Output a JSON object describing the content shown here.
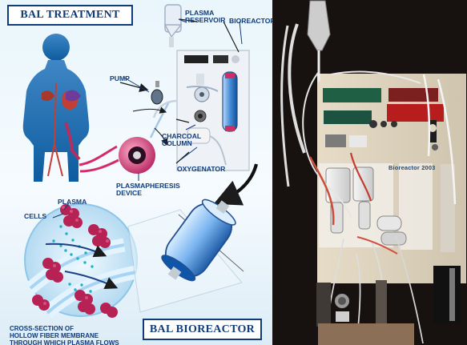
{
  "left_panel": {
    "title": "BAL TREATMENT",
    "labels": {
      "plasma_reservoir": "PLASMA\nRESERVOIR",
      "bioreactor": "BIOREACTOR",
      "pump": "PUMP",
      "charcoal_column": "CHARCOAL\nCOLUMN",
      "oxygenator": "OXYGENATOR",
      "plasmapheresis_device": "PLASMAPHERESIS\nDEVICE",
      "plasma": "PLASMA",
      "cells": "CELLS"
    },
    "footer_caption": "CROSS-SECTION OF\nHOLLOW FIBER MEMBRANE\nTHROUGH WHICH PLASMA FLOWS",
    "bottom_title": "BAL BIOREACTOR"
  },
  "right_panel": {
    "brand_text": "Bioreactor 2003"
  }
}
